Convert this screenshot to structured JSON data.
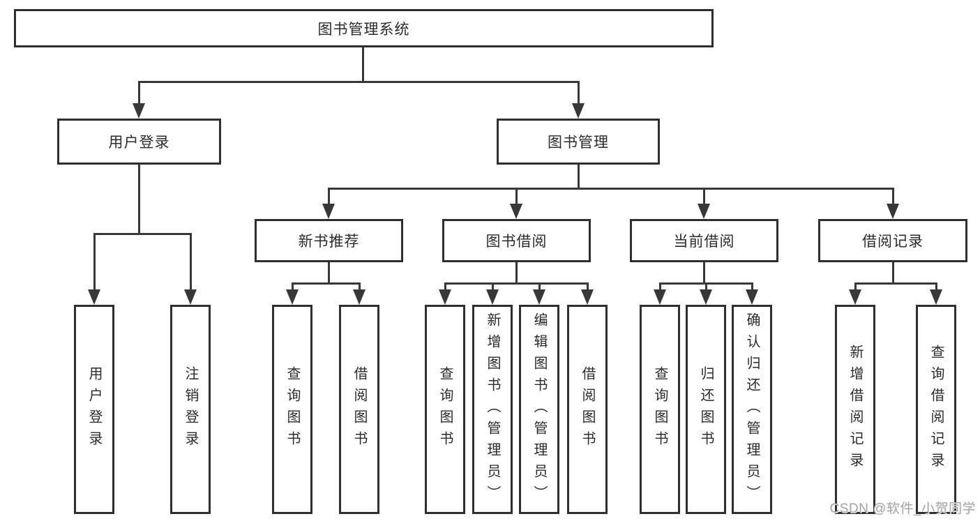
{
  "page": {
    "watermark": "CSDN @软件_小贺同学"
  },
  "colors": {
    "line": "#383838",
    "border": "#2f2f2f",
    "text": "#2b2b2b",
    "wm": "#a8a8a8",
    "bg": "#ffffff"
  },
  "tree": {
    "root": {
      "label": "图书管理系统",
      "children": [
        {
          "label": "用户登录",
          "children": [
            {
              "label": "用户登录"
            },
            {
              "label": "注销登录"
            }
          ]
        },
        {
          "label": "图书管理",
          "children": [
            {
              "label": "新书推荐",
              "children": [
                {
                  "label": "查询图书"
                },
                {
                  "label": "借阅图书"
                }
              ]
            },
            {
              "label": "图书借阅",
              "children": [
                {
                  "label": "查询图书"
                },
                {
                  "label": "新增图书（管理员）"
                },
                {
                  "label": "编辑图书（管理员）"
                },
                {
                  "label": "借阅图书"
                }
              ]
            },
            {
              "label": "当前借阅",
              "children": [
                {
                  "label": "查询图书"
                },
                {
                  "label": "归还图书"
                },
                {
                  "label": "确认归还（管理员）"
                }
              ]
            },
            {
              "label": "借阅记录",
              "children": [
                {
                  "label": "新增借阅记录"
                },
                {
                  "label": "查询借阅记录"
                }
              ]
            }
          ]
        }
      ]
    }
  }
}
